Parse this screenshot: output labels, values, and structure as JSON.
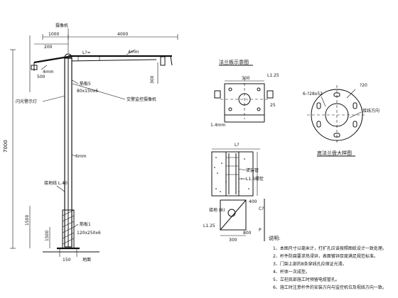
{
  "pole_elevation": {
    "top_label": "摄像机",
    "dim_1000": "1000",
    "dim_4000": "4000",
    "dim_200": "200",
    "dim_500": "500",
    "label_4mm_arm": "4mm",
    "label_4mm_left": "4mm",
    "rib_plate": "筋板5",
    "rib_plate_size": "80x150x6",
    "left_ribbon": "闪光警示灯",
    "right_ribbon": "交警监控摄像机",
    "arm_top_label": "L?=",
    "dim_300": "300",
    "pole_label_6mm": "6mm",
    "total_height": "7000",
    "ground_wire": "接地线 L.40",
    "pole_1500": "1500",
    "base_1500": "1500",
    "pole_plate_label": "筋板1",
    "pole_plate_size": "120x250x6",
    "dim_150": "150",
    "ground_mark": "地面"
  },
  "flange_detail": {
    "title": "法兰板示意图",
    "label_top": "L1.25",
    "dim_300": "300",
    "dim_25": "25",
    "label_bottom": "1.4mm"
  },
  "base_plate": {
    "title": "底法兰盘大样图",
    "label_holes": "6-?28x52",
    "label_r": "?20",
    "label_direction": "接线方向"
  },
  "foundation": {
    "label_top": "L?",
    "label_anchor": "安装管",
    "label_bolt": "L1.6螺栓",
    "label_bottom": "接地 (6)",
    "dim_400": "400",
    "dim_800": "800",
    "label_side": "L1.25",
    "dim_300b": "300",
    "label_c": "C?",
    "label_p": "P"
  },
  "notes": {
    "heading": "说明:",
    "items": [
      "1、本图尺寸以毫米计，打扩孔应该按照图纸设计一致处理。",
      "2、杆件防腐要求热浸锌，表面镀锌厚度满足规范标准。",
      "3、门架上部的8条穿线孔应保证光滑。",
      "4、杆体一次成型。",
      "5、立柱底部施工时预留电缆管孔。",
      "6、施工时注意杆件的安装方向与监控机位及视线方向一致。"
    ]
  }
}
